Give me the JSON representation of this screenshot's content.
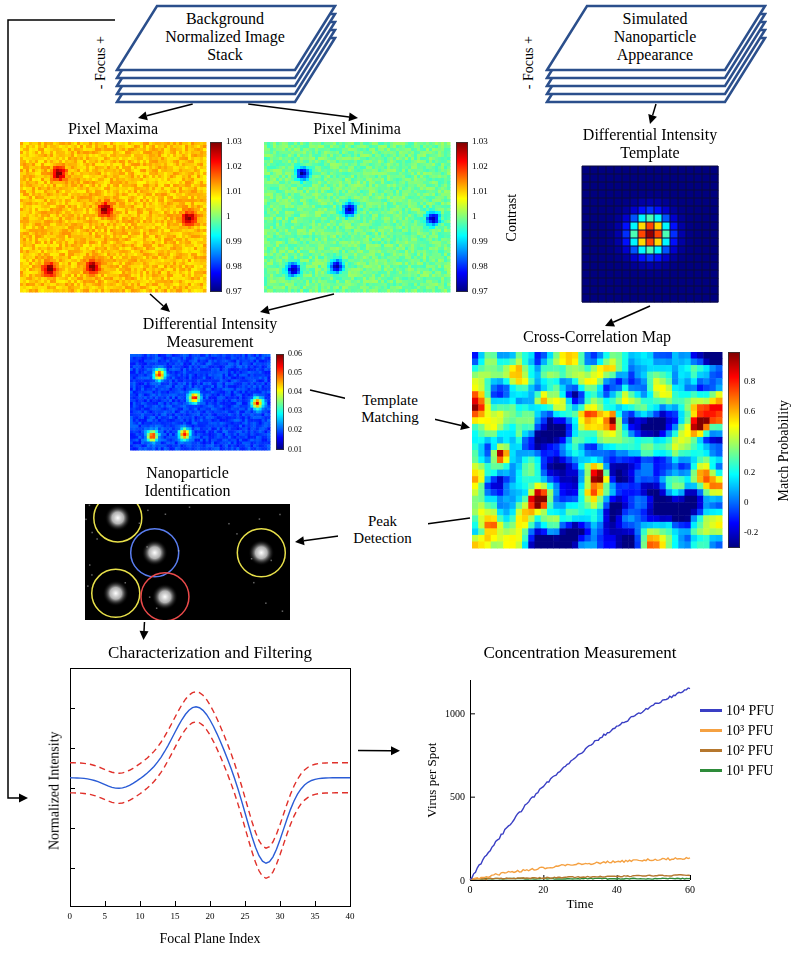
{
  "diagram": {
    "nodes": [
      {
        "text": [
          "Background Normalized Image Stack"
        ]
      },
      {
        "text": [
          "Simulated Nanoparticle Appearance"
        ]
      },
      {
        "text": [
          "Pixel Maxima"
        ]
      },
      {
        "text": [
          "Pixel Minima"
        ]
      },
      {
        "text": [
          "Differential Intensity Template"
        ]
      },
      {
        "text": [
          "Differential Intensity Measurement"
        ]
      },
      {
        "text": [
          "Cross-Correlation Map"
        ]
      },
      {
        "text": [
          "Nanoparticle Identification"
        ]
      },
      {
        "text": [
          "Characterization and Filtering"
        ]
      },
      {
        "text": [
          "Concentration Measurement"
        ]
      }
    ],
    "edges": [
      {
        "from": 0,
        "to": 2,
        "arrow": "to"
      },
      {
        "from": 0,
        "to": 3,
        "arrow": "to"
      },
      {
        "from": 1,
        "to": 4,
        "arrow": "to"
      },
      {
        "from": 2,
        "to": 5,
        "arrow": "to"
      },
      {
        "from": 3,
        "to": 5,
        "arrow": "to"
      },
      {
        "from": 5,
        "to": 6,
        "label": "Template Matching",
        "arrow": "to"
      },
      {
        "from": 4,
        "to": 6,
        "arrow": "to"
      },
      {
        "from": 6,
        "to": 7,
        "label": "Peak Detection",
        "arrow": "to"
      },
      {
        "from": 7,
        "to": 8,
        "arrow": "to"
      },
      {
        "from": 0,
        "to": 8,
        "arrow": "to"
      },
      {
        "from": 8,
        "to": 9,
        "arrow": "to"
      }
    ],
    "labels": [
      "- Focus +",
      "- Focus +",
      "1.03",
      "1.02",
      "1.01",
      "1",
      "0.99",
      "0.98",
      "0.97",
      "1.03",
      "1.02",
      "1.01",
      "1",
      "0.99",
      "0.98",
      "0.97",
      "Contrast",
      "0.06",
      "0.05",
      "0.04",
      "0.03",
      "0.02",
      "0.01",
      "0.8",
      "0.6",
      "0.4",
      "0.2",
      "0",
      "-0.2",
      "Match Probability",
      "Normalized Intensity",
      "Focal Plane Index",
      "0",
      "5",
      "10",
      "15",
      "20",
      "25",
      "30",
      "35",
      "40",
      "Virus per Spot",
      "Time",
      "0",
      "500",
      "1000",
      "0",
      "20",
      "40",
      "60"
    ],
    "legend": [
      {
        "text": "10⁴ PFU",
        "color": "#3a3fc4"
      },
      {
        "text": "10³ PFU",
        "color": "#f5a142"
      },
      {
        "text": "10² PFU",
        "color": "#b5772e"
      },
      {
        "text": "10¹ PFU",
        "color": "#2e8b3a"
      }
    ]
  }
}
